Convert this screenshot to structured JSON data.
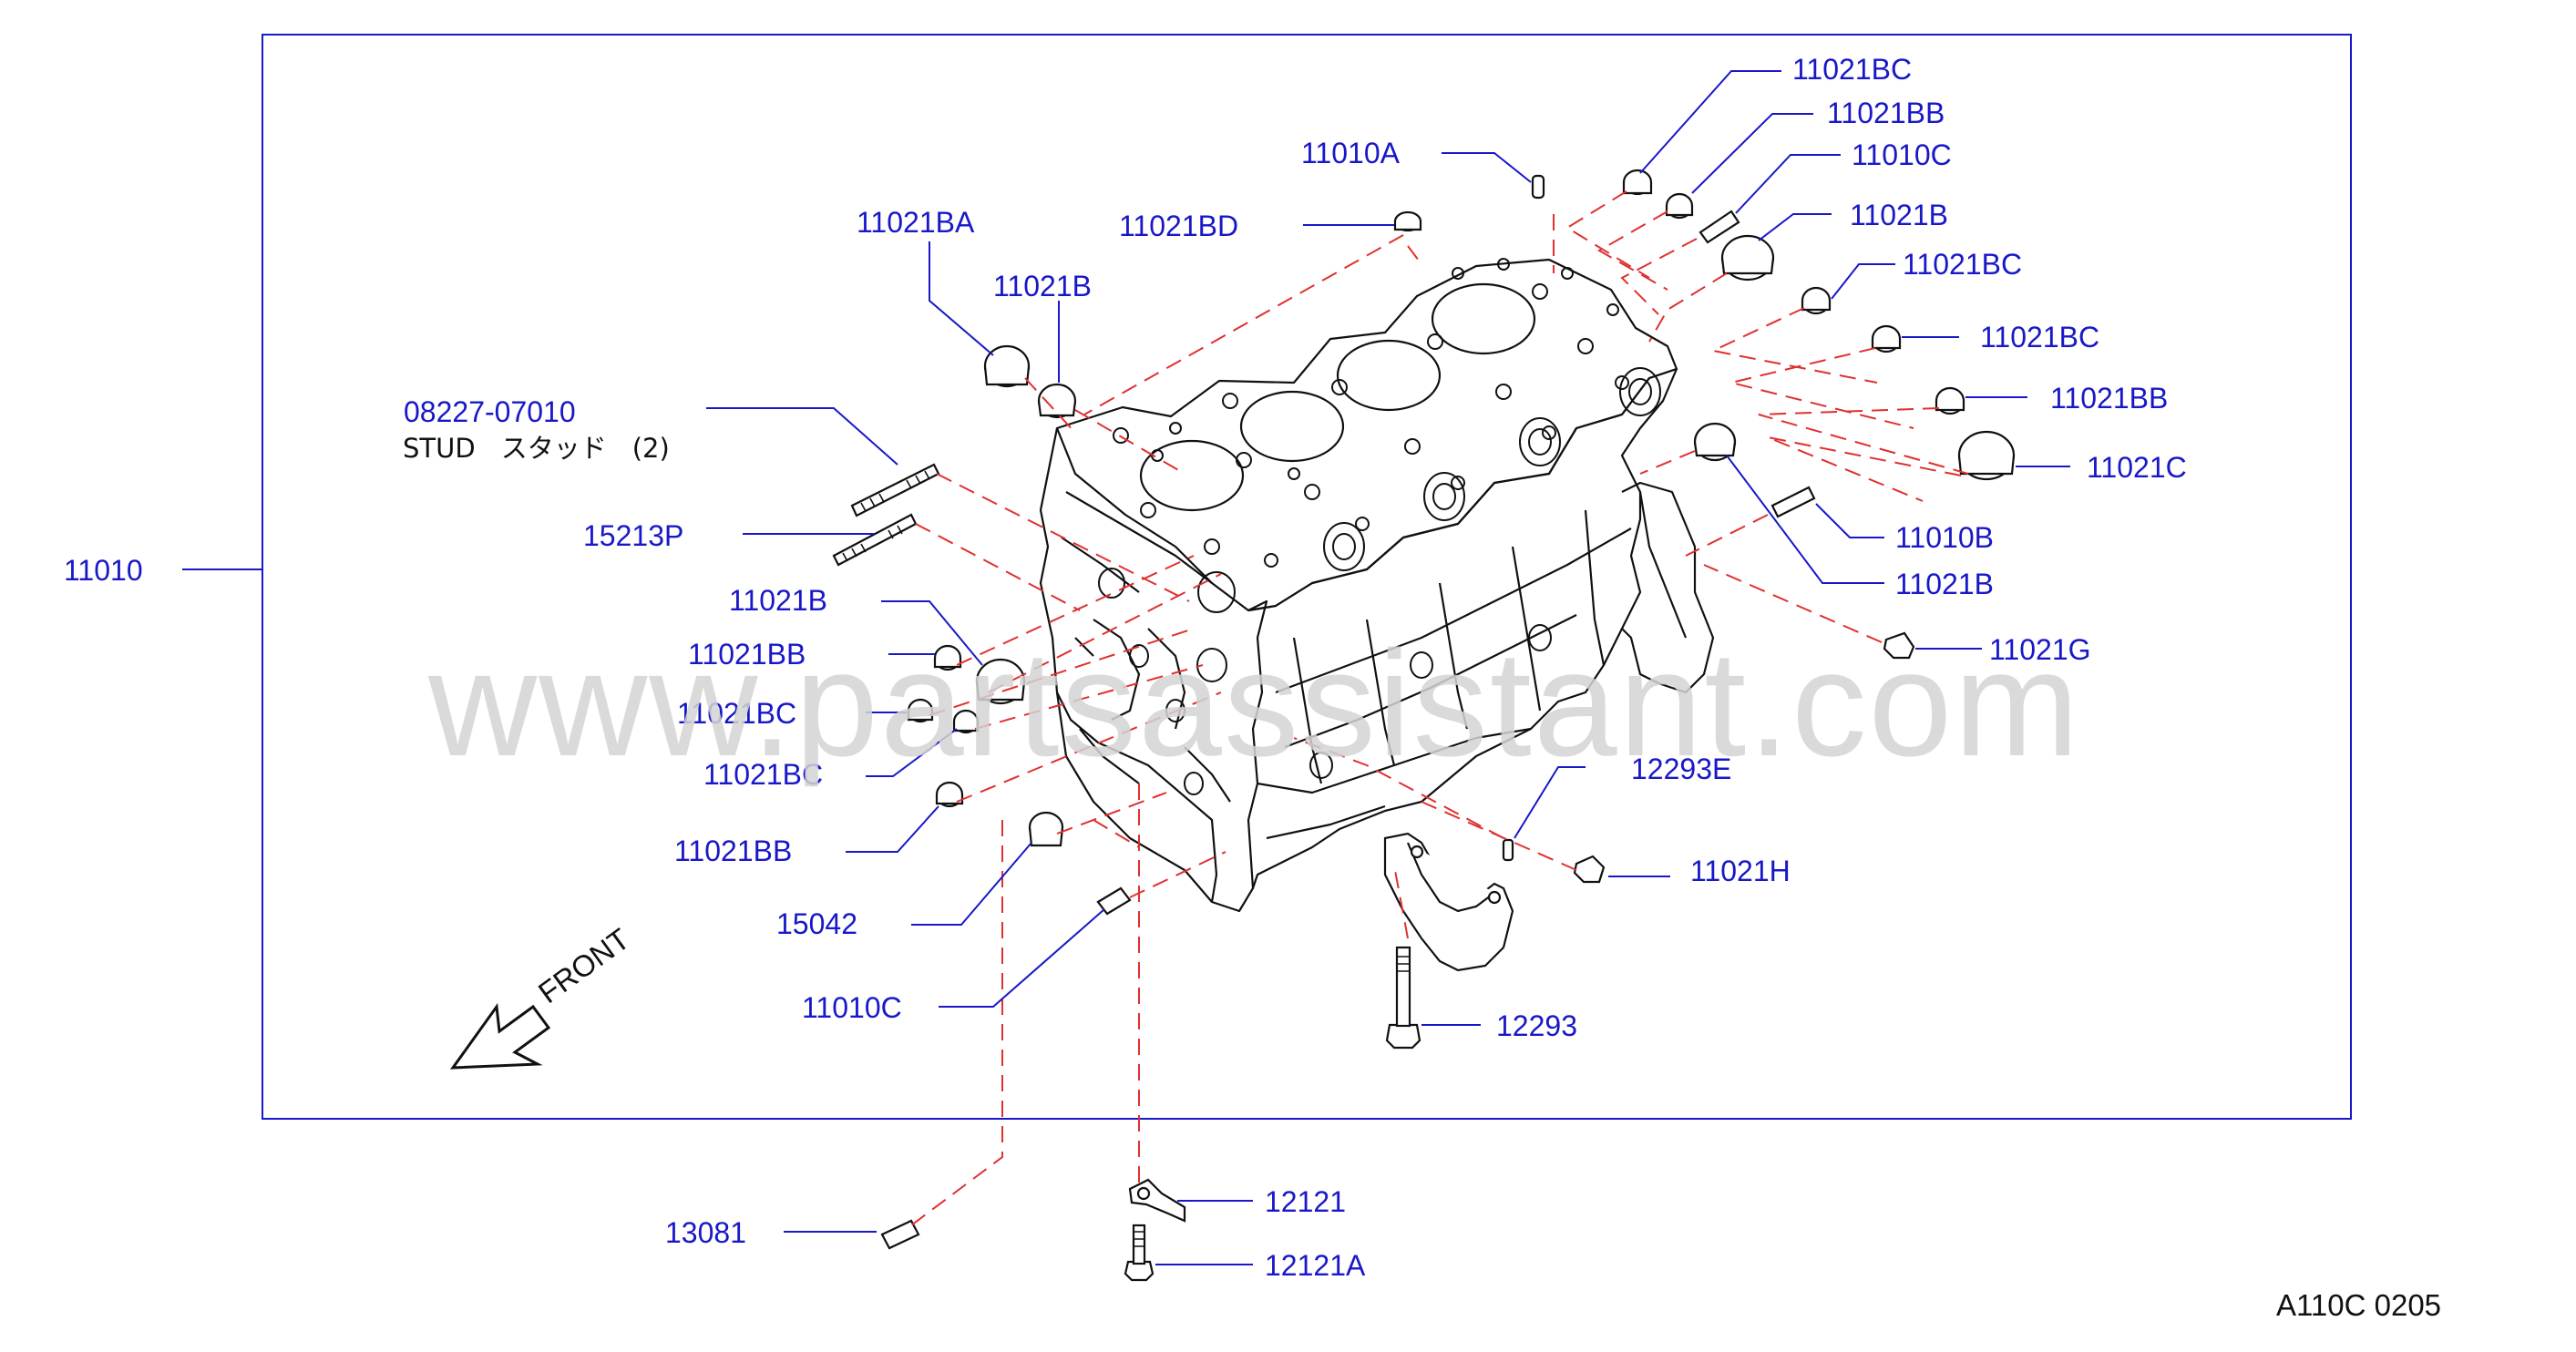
{
  "labels": {
    "p11010": "11010",
    "p11010A": "11010A",
    "p11021BD": "11021BD",
    "p11021BA": "11021BA",
    "p11021B_top": "11021B",
    "p08227": "08227-07010",
    "p15213P": "15213P",
    "p11021B_left": "11021B",
    "p11021BB_left1": "11021BB",
    "p11021BC_left1": "11021BC",
    "p11021BC_left2": "11021BC",
    "p11021BB_left2": "11021BB",
    "p15042": "15042",
    "p11010C_left": "11010C",
    "p13081": "13081",
    "p12121": "12121",
    "p12121A": "12121A",
    "p12293": "12293",
    "p12293E": "12293E",
    "p11021H": "11021H",
    "p11021G": "11021G",
    "p11021B_right2": "11021B",
    "p11010B": "11010B",
    "p11021C": "11021C",
    "p11021BB_right2": "11021BB",
    "p11021BC_right2": "11021BC",
    "p11021BC_right1": "11021BC",
    "p11021B_right1": "11021B",
    "p11010C_right": "11010C",
    "p11021BB_right1": "11021BB",
    "p11021BC_top": "11021BC"
  },
  "stud": {
    "name": "STUD",
    "jp": "スタッド",
    "qty": "(2)"
  },
  "front_label": "FRONT",
  "watermark": "www.partsassistant.com",
  "diagram_code": "A110C   0205",
  "colors": {
    "label": "#1818c8",
    "leader": "#1818c8",
    "dash": "#e03030",
    "frame": "#1818c8",
    "line": "#111111"
  }
}
